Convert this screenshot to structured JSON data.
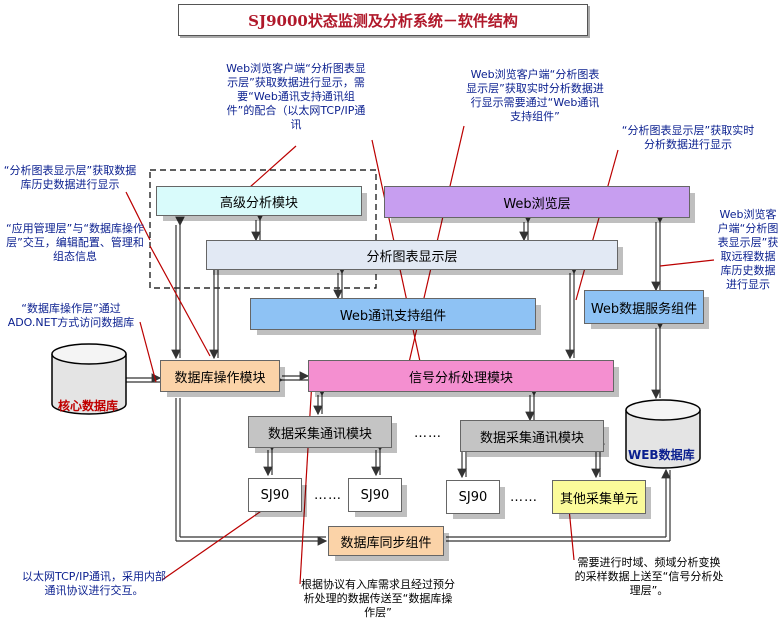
{
  "title": "SJ9000状态监测及分析系统－软件结构",
  "modules": {
    "advanced_analysis": "高级分析模块",
    "web_browser_layer": "Web浏览层",
    "chart_display_layer": "分析图表显示层",
    "web_comm_support": "Web通讯支持组件",
    "web_data_service": "Web数据服务组件",
    "db_operation": "数据库操作模块",
    "signal_processing": "信号分析处理模块",
    "data_acq_comm_1": "数据采集通讯模块",
    "data_acq_comm_2": "数据采集通讯模块",
    "sj90_1": "SJ90",
    "sj90_2": "SJ90",
    "sj90_3": "SJ90",
    "other_unit": "其他采集单元",
    "db_sync": "数据库同步组件",
    "core_db": "核心数据库",
    "web_db": "WEB数据库",
    "ellipsis": "……"
  },
  "notes": {
    "web_client_1": "Web浏览客户端“分析图表显示层”获取数据进行显示，需要“Web通讯支持通讯组件”的配合（以太网TCP/IP通讯",
    "web_client_2": "Web浏览客户端“分析图表显示层”获取实时分析数据进行显示需要通过“Web通讯支持组件”",
    "chart_realtime": "“分析图表显示层”获取实时分析数据进行显示",
    "chart_history": "“分析图表显示层”获取数据库历史数据进行显示",
    "app_mgmt": "“应用管理层”与“数据库操作层”交互，编辑配置、管理和组态信息",
    "db_ado": "“数据库操作层”通过ADO.NET方式访问数据库",
    "web_client_3": "Web浏览客户端“分析图表显示层”获取远程数据库历史数据进行显示",
    "tcp_internal": "以太网TCP/IP通讯，采用内部通讯协议进行交互。",
    "protocol_store": "根据协议有入库需求且经过预分析处理的数据传送至“数据库操作层”",
    "upload_signal": "需要进行时域、频域分析变换的采样数据上送至“信号分析处理层”。"
  }
}
